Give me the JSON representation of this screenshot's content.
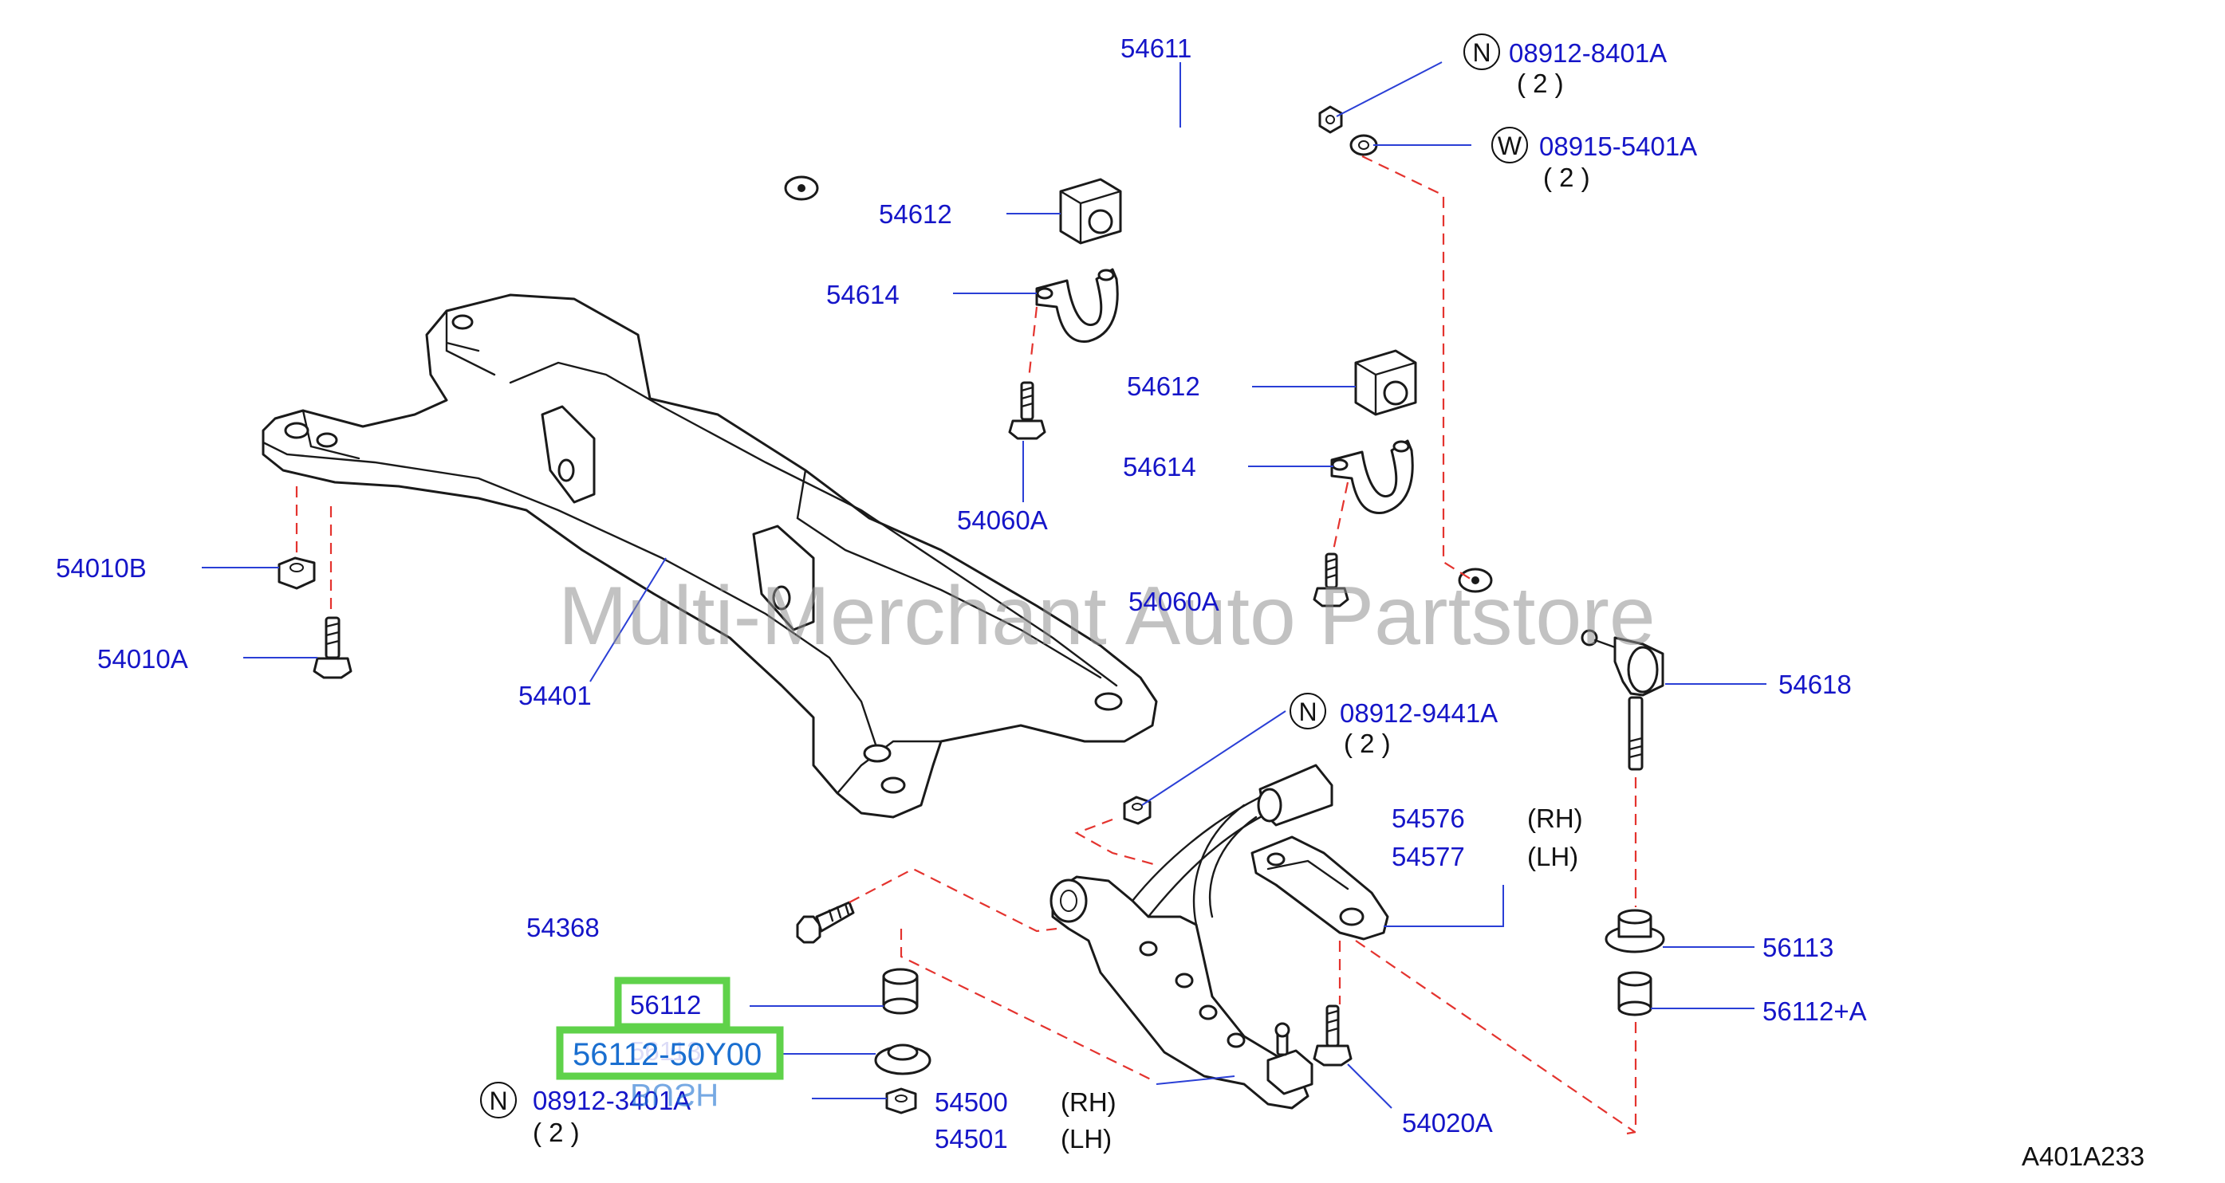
{
  "watermark": "Multi-Merchant Auto Partstore",
  "diagram_code": "A401A233",
  "parts": {
    "p54611": "54611",
    "p08912_8401A_top": "08912-8401A",
    "qty_top_nut": "( 2 )",
    "p08915_5401A": "08915-5401A",
    "qty_washer": "( 2 )",
    "p54612_a": "54612",
    "p54614_a": "54614",
    "p54612_b": "54612",
    "p54614_b": "54614",
    "p54060A_a": "54060A",
    "p54060A_b": "54060A",
    "p54010B": "54010B",
    "p54010A": "54010A",
    "p54401": "54401",
    "p54618": "54618",
    "p08912_9441A": "08912-9441A",
    "qty_mid_nut": "( 2 )",
    "p54576": "54576",
    "p54577": "54577",
    "side_rh_bracket": "(RH)",
    "side_lh_bracket": "(LH)",
    "p54368": "54368",
    "p56113_right": "56113",
    "p56112_right": "56112+A",
    "p56112_left": "56112",
    "p56113_left": "56113",
    "p08912_3401A": "08912-3401A",
    "qty_low_nut": "( 2 )",
    "p54500": "54500",
    "p54501": "54501",
    "side_rh_arm": "(RH)",
    "side_lh_arm": "(LH)",
    "p54020A": "54020A"
  },
  "markers": {
    "nut": "N",
    "washer": "W"
  },
  "tooltip": {
    "part_number": "56112-50Y00",
    "name": "BUSH"
  },
  "colors": {
    "label": "#1515c8",
    "leader": "#2a3fd6",
    "dash": "#e4332e",
    "highlight": "#5fd24a",
    "tooltip": "#1a6fd0"
  }
}
